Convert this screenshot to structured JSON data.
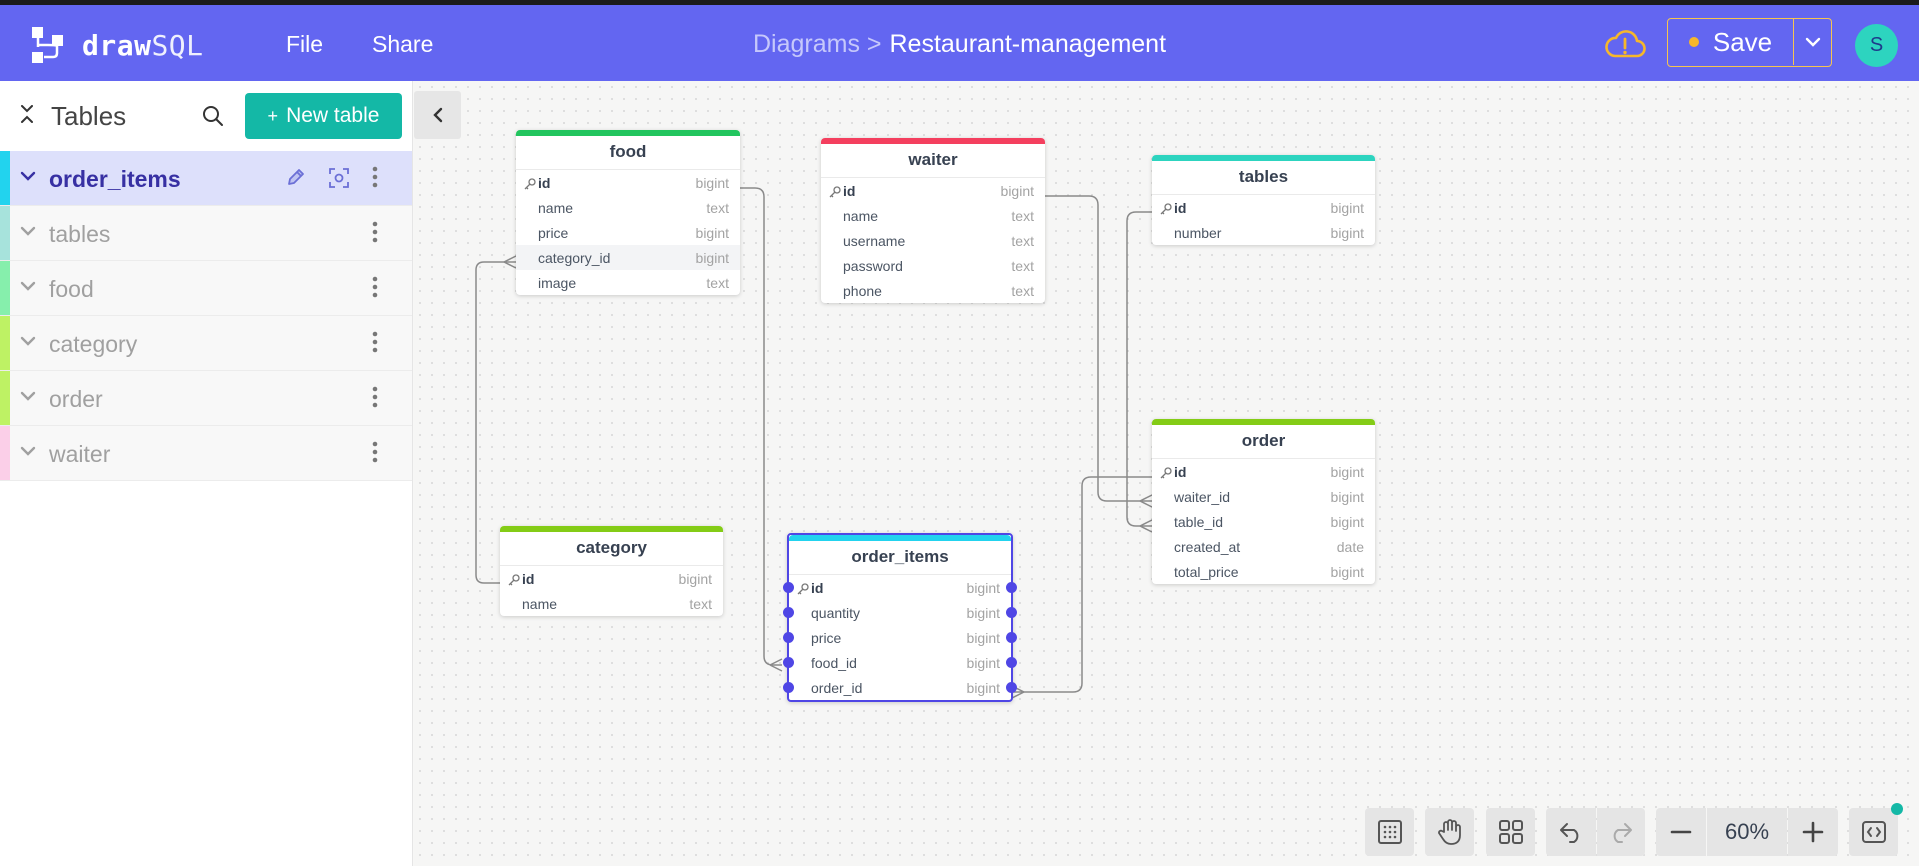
{
  "app": {
    "logo_bold": "draw",
    "logo_light": "SQL",
    "menu": {
      "file": "File",
      "share": "Share"
    },
    "breadcrumb": {
      "parent": "Diagrams >",
      "current": "Restaurant-management"
    },
    "save_label": "Save",
    "avatar_initial": "S",
    "accent_color": "#6366f1",
    "warning_icon": "cloud-warning-icon"
  },
  "sidebar": {
    "title": "Tables",
    "new_table_label": "New table",
    "items": [
      {
        "label": "order_items",
        "color": "#22d3ee",
        "active": true
      },
      {
        "label": "tables",
        "color": "#a7e3dc",
        "active": false
      },
      {
        "label": "food",
        "color": "#86efac",
        "active": false
      },
      {
        "label": "category",
        "color": "#bef264",
        "active": false
      },
      {
        "label": "order",
        "color": "#bef264",
        "active": false
      },
      {
        "label": "waiter",
        "color": "#fbcfe8",
        "active": false
      }
    ]
  },
  "diagram": {
    "tables": [
      {
        "name": "food",
        "color": "#22c55e",
        "columns": [
          {
            "name": "id",
            "type": "bigint",
            "pk": true
          },
          {
            "name": "name",
            "type": "text"
          },
          {
            "name": "price",
            "type": "bigint"
          },
          {
            "name": "category_id",
            "type": "bigint"
          },
          {
            "name": "image",
            "type": "text"
          }
        ]
      },
      {
        "name": "waiter",
        "color": "#f43f5e",
        "columns": [
          {
            "name": "id",
            "type": "bigint",
            "pk": true
          },
          {
            "name": "name",
            "type": "text"
          },
          {
            "name": "username",
            "type": "text"
          },
          {
            "name": "password",
            "type": "text"
          },
          {
            "name": "phone",
            "type": "text"
          }
        ]
      },
      {
        "name": "tables",
        "color": "#2dd4bf",
        "columns": [
          {
            "name": "id",
            "type": "bigint",
            "pk": true
          },
          {
            "name": "number",
            "type": "bigint"
          }
        ]
      },
      {
        "name": "order",
        "color": "#84cc16",
        "columns": [
          {
            "name": "id",
            "type": "bigint",
            "pk": true
          },
          {
            "name": "waiter_id",
            "type": "bigint"
          },
          {
            "name": "table_id",
            "type": "bigint"
          },
          {
            "name": "created_at",
            "type": "date"
          },
          {
            "name": "total_price",
            "type": "bigint"
          }
        ]
      },
      {
        "name": "category",
        "color": "#84cc16",
        "columns": [
          {
            "name": "id",
            "type": "bigint",
            "pk": true
          },
          {
            "name": "name",
            "type": "text"
          }
        ]
      },
      {
        "name": "order_items",
        "color": "#22d3ee",
        "columns": [
          {
            "name": "id",
            "type": "bigint",
            "pk": true
          },
          {
            "name": "quantity",
            "type": "bigint"
          },
          {
            "name": "price",
            "type": "bigint"
          },
          {
            "name": "food_id",
            "type": "bigint"
          },
          {
            "name": "order_id",
            "type": "bigint"
          }
        ]
      }
    ]
  },
  "toolbar": {
    "zoom": "60%",
    "icons": [
      "grid-snap-icon",
      "hand-icon",
      "layout-grid-icon",
      "undo-icon",
      "redo-icon",
      "zoom-out-icon",
      "zoom-in-icon",
      "code-icon"
    ]
  }
}
